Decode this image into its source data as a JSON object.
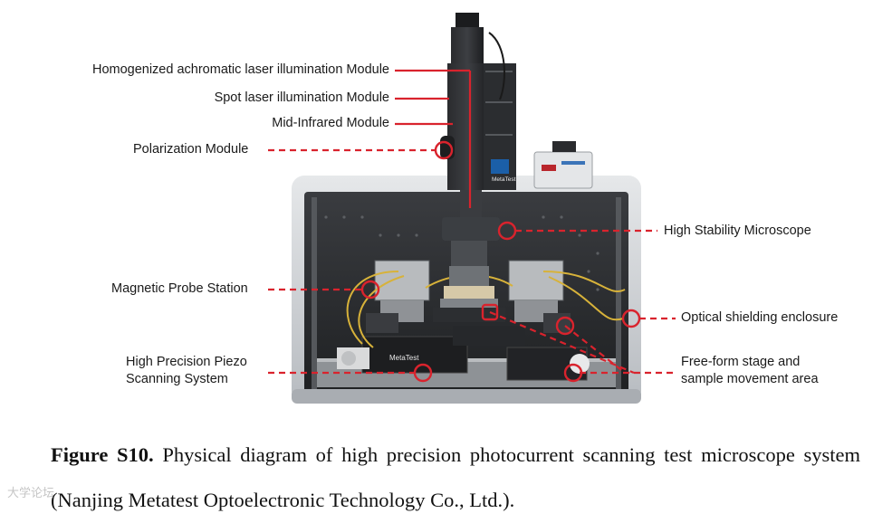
{
  "labels": {
    "homogenized": "Homogenized achromatic laser illumination Module",
    "spot": "Spot laser illumination Module",
    "mid_ir": "Mid-Infrared Module",
    "polarization": "Polarization Module",
    "magnetic_probe": "Magnetic Probe Station",
    "piezo_line1": "High Precision Piezo",
    "piezo_line2": "Scanning System",
    "microscope": "High Stability Microscope",
    "shielding": "Optical shielding enclosure",
    "stage_line1": "Free-form stage and",
    "stage_line2": "sample movement area"
  },
  "device_text": {
    "brand_top": "MetaTest",
    "brand_stage": "MetaTest"
  },
  "caption": {
    "figure_label": "Figure S10.",
    "text": "Physical diagram of high precision photocurrent scanning test microscope system (Nanjing Metatest Optoelectronic Technology Co., Ltd.)."
  },
  "watermark": "大学论坛",
  "colors": {
    "callout": "#d9232d",
    "enclosure_frame": "#c9ccd1",
    "enclosure_interior": "#2b2d30"
  }
}
